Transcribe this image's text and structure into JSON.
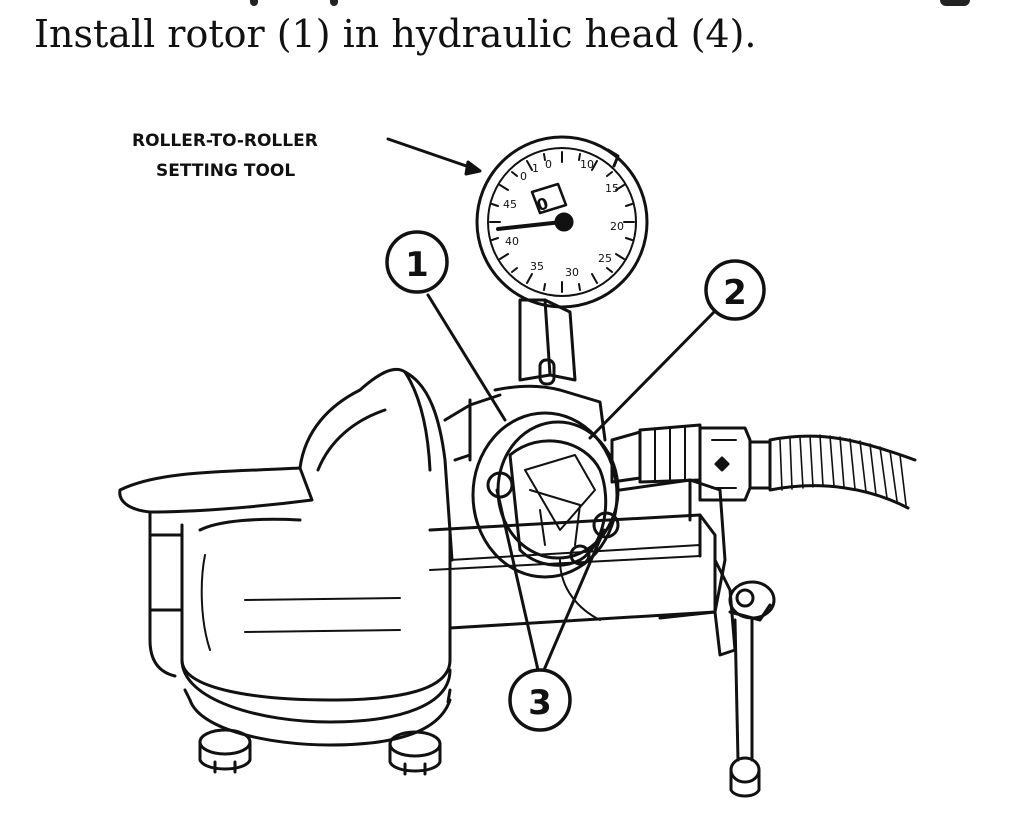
{
  "instruction_text": "Install rotor (1) in hydraulic head (4).",
  "figure": {
    "tool_label_line1": "ROLLER-TO-ROLLER",
    "tool_label_line2": "SETTING TOOL",
    "gauge_face_digit": "0",
    "callouts": [
      {
        "number": "1"
      },
      {
        "number": "2"
      },
      {
        "number": "3"
      }
    ]
  }
}
